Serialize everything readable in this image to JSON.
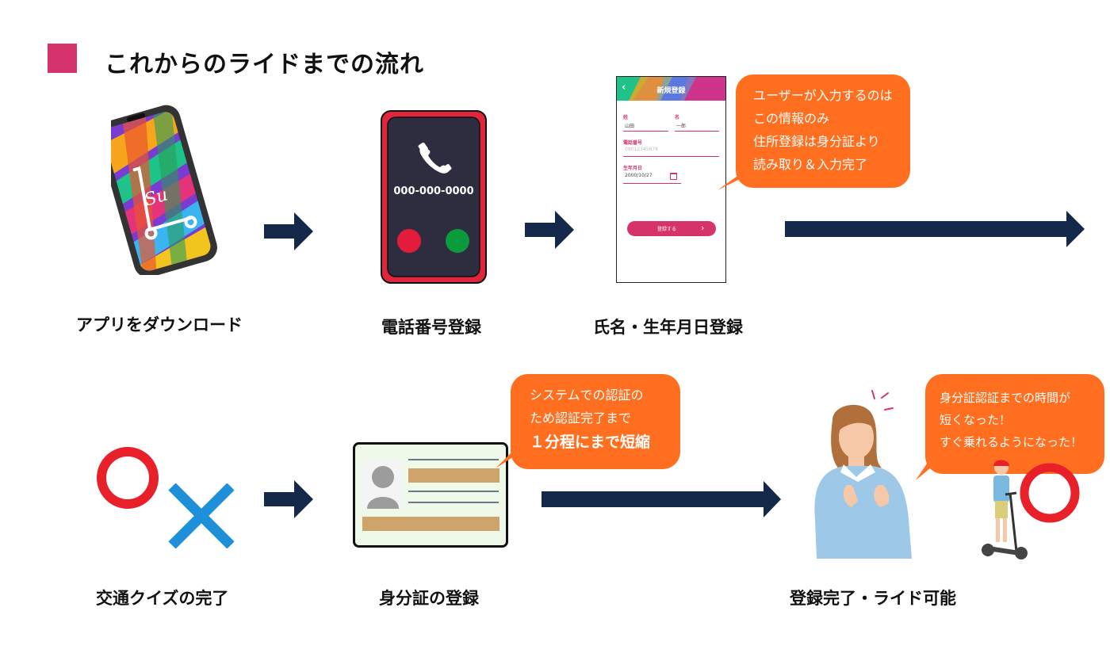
{
  "page": {
    "title": "これからのライドまでの流れ"
  },
  "steps": {
    "download": "アプリをダウンロード",
    "phone": "電話番号登録",
    "name_birth": "氏名・生年月日登録",
    "quiz": "交通クイズの完了",
    "id": "身分証の登録",
    "complete": "登録完了・ライド可能"
  },
  "phone_screen": {
    "number": "000-000-0000"
  },
  "registration_form": {
    "header": "新規登録",
    "back": "‹",
    "last_name_label": "姓",
    "last_name_value": "山田",
    "first_name_label": "名",
    "first_name_value": "一郎",
    "phone_label": "電話番号",
    "phone_placeholder": "09012345678",
    "birth_label": "生年月日",
    "birth_value": "2000/10/27",
    "submit": "登録する",
    "submit_arrow": "›"
  },
  "app_logo": "Su",
  "bubbles": {
    "user_input": {
      "lines": [
        "ユーザーが入力するのは",
        "この情報のみ",
        "住所登録は身分証より",
        "読み取り＆入力完了"
      ]
    },
    "system_auth": {
      "lines": [
        "システムでの認証の",
        "ため認証完了まで"
      ],
      "emphasis": "１分程にまで短縮"
    },
    "faster": {
      "lines": [
        "身分証認証までの時間が",
        "短くなった！",
        "すぐ乗れるようになった！"
      ]
    }
  },
  "colors": {
    "accent": "#d6336c",
    "arrow": "#14284a",
    "bubble": "#ff6f1f",
    "red_circle": "#e8202a",
    "blue_cross": "#1e8fd9",
    "id_card_bar": "#cfa46a"
  },
  "icons": [
    "phone-icon",
    "calendar-icon",
    "circle-mark-icon",
    "cross-mark-icon",
    "person-silhouette-icon"
  ]
}
